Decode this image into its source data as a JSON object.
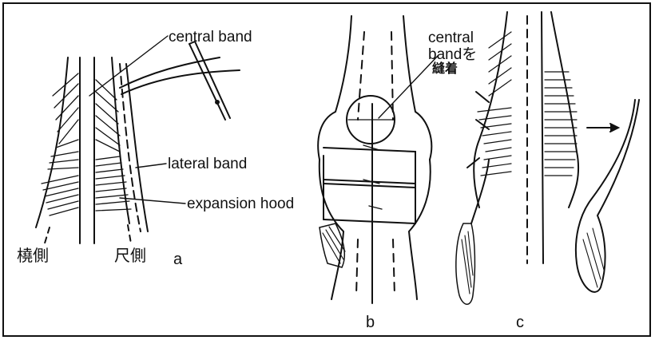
{
  "figure": {
    "labels": {
      "central_band": "central band",
      "lateral_band": "lateral band",
      "expansion_hood": "expansion hood",
      "radial_side": "橈側",
      "ulnar_side": "尺側",
      "panel_a": "a",
      "panel_b": "b",
      "panel_c": "c",
      "suture_line1": "central",
      "suture_line2": "bandを",
      "suture_line3": "縫着"
    }
  }
}
